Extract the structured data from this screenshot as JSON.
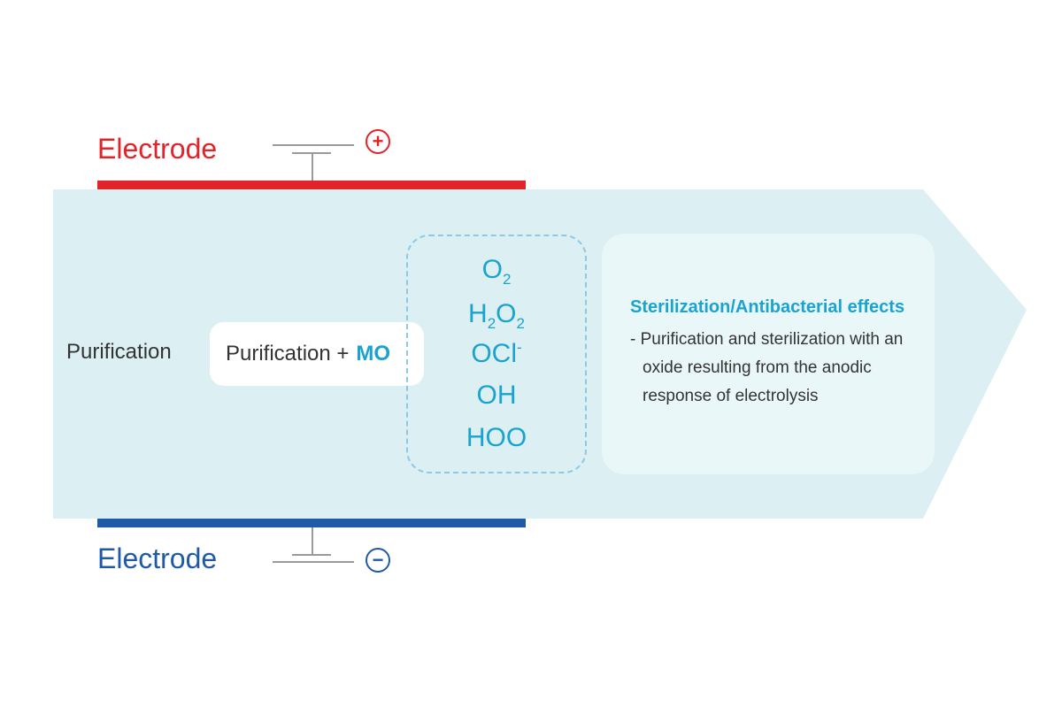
{
  "electrode_top": {
    "label": "Electrode",
    "sign": "+",
    "color": "#e2232a"
  },
  "electrode_bottom": {
    "label": "Electrode",
    "sign": "−",
    "color": "#1f5aa8"
  },
  "band_color": "#dcf0f3",
  "accent_color": "#1aa3cf",
  "stages": {
    "first": "Purification",
    "second": {
      "text": "Purification +",
      "highlight": "MO"
    }
  },
  "species": [
    {
      "base": "O",
      "sub1": "2",
      "mid": "",
      "sub2": "",
      "sup": ""
    },
    {
      "base": "H",
      "sub1": "2",
      "mid": "O",
      "sub2": "2",
      "sup": ""
    },
    {
      "base": "OCl",
      "sub1": "",
      "mid": "",
      "sub2": "",
      "sup": "-"
    },
    {
      "base": "OH",
      "sub1": "",
      "mid": "",
      "sub2": "",
      "sup": ""
    },
    {
      "base": "HOO",
      "sub1": "",
      "mid": "",
      "sub2": "",
      "sup": ""
    }
  ],
  "effects": {
    "title": "Sterilization/Antibacterial effects",
    "description": "- Purification and sterilization with an oxide resulting from the anodic response of electrolysis"
  }
}
